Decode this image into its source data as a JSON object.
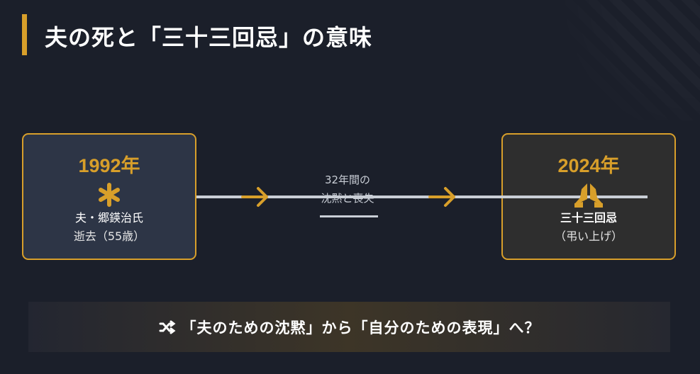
{
  "title": "夫の死と「三十三回忌」の意味",
  "colors": {
    "accent": "#d89f2a",
    "background": "#1b1f2a"
  },
  "left_box": {
    "year": "1992年",
    "icon": "asterisk-icon",
    "line1": "夫・郷鍈治氏",
    "line2": "逝去（55歳）"
  },
  "right_box": {
    "year": "2024年",
    "icon": "praying-hands-icon",
    "line1": "三十三回忌",
    "line2": "（弔い上げ）"
  },
  "middle": {
    "line1": "32年間の",
    "line2": "沈黙と喪失"
  },
  "banner": {
    "icon": "shuffle-icon",
    "text": "「夫のための沈黙」から「自分のための表現」へ？"
  }
}
